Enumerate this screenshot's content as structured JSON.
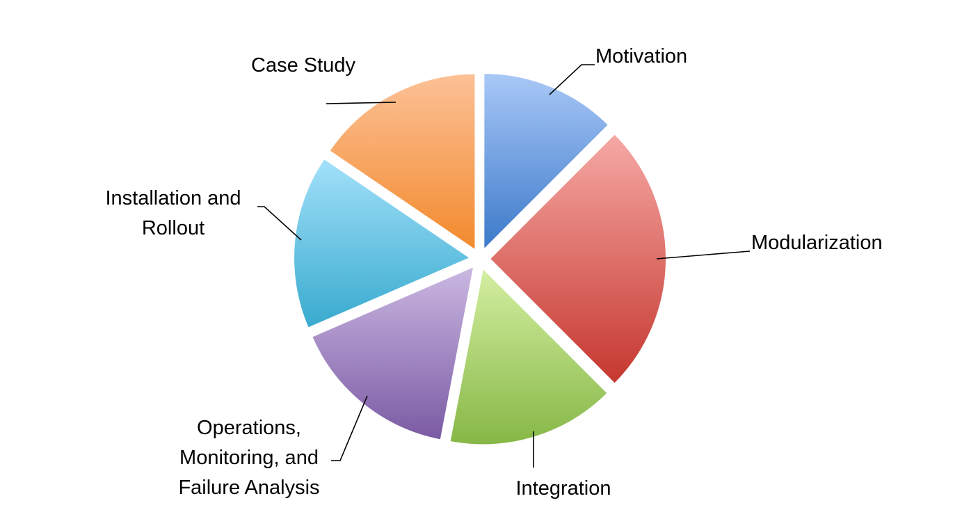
{
  "chart_data": {
    "type": "pie",
    "exploded": true,
    "start_angle_deg": 0,
    "direction": "clockwise",
    "slices": [
      {
        "label": [
          "Motivation"
        ],
        "value": 12.5,
        "color_top": "#a9c8f7",
        "color_bottom": "#3b79c9"
      },
      {
        "label": [
          "Modularization"
        ],
        "value": 25,
        "color_top": "#f6a9a5",
        "color_bottom": "#c5372f"
      },
      {
        "label": [
          "Integration"
        ],
        "value": 15.5,
        "color_top": "#d4efa2",
        "color_bottom": "#86b746"
      },
      {
        "label": [
          "Operations,",
          "Monitoring, and",
          "Failure Analysis"
        ],
        "value": 15.5,
        "color_top": "#cbb8e2",
        "color_bottom": "#7a5aa3"
      },
      {
        "label": [
          "Installation and",
          "Rollout"
        ],
        "value": 16,
        "color_top": "#a3e1fa",
        "color_bottom": "#38aace"
      },
      {
        "label": [
          "Case Study"
        ],
        "value": 15.5,
        "color_top": "#fcc196",
        "color_bottom": "#f28a2c"
      }
    ],
    "legend": "none",
    "title": ""
  }
}
